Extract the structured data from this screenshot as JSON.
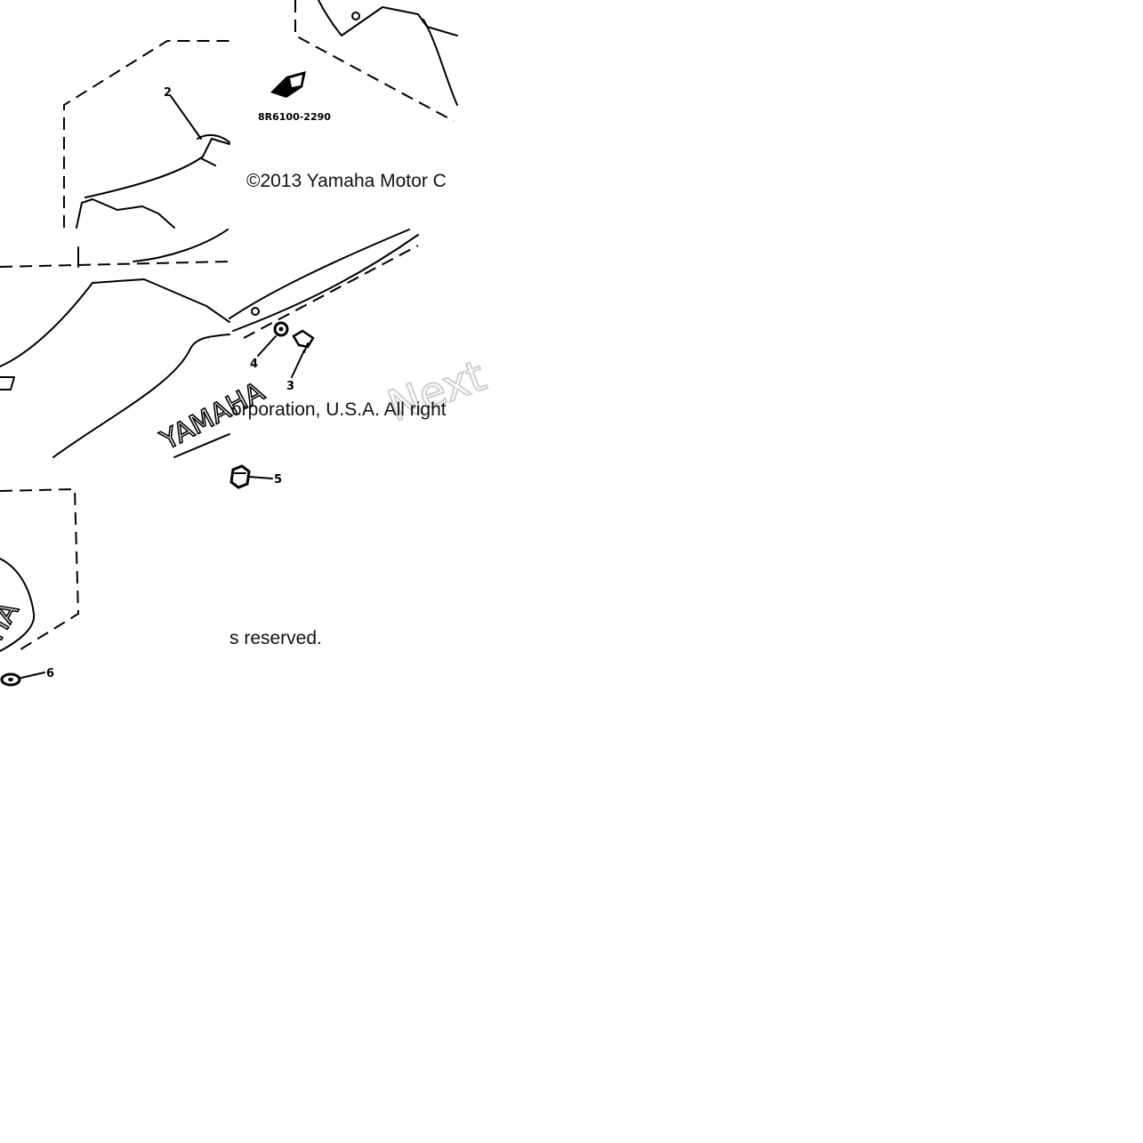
{
  "callouts": [
    "2",
    "4",
    "3",
    "5",
    "6"
  ],
  "part_number": "8R6100-2290",
  "copyright_parts": [
    "©2013 Yamaha Motor C",
    "orporation, U.S.A. All right",
    "s reserved."
  ],
  "brand_marks": [
    "YAMAHA",
    "HA"
  ],
  "watermark": [
    "Next"
  ]
}
